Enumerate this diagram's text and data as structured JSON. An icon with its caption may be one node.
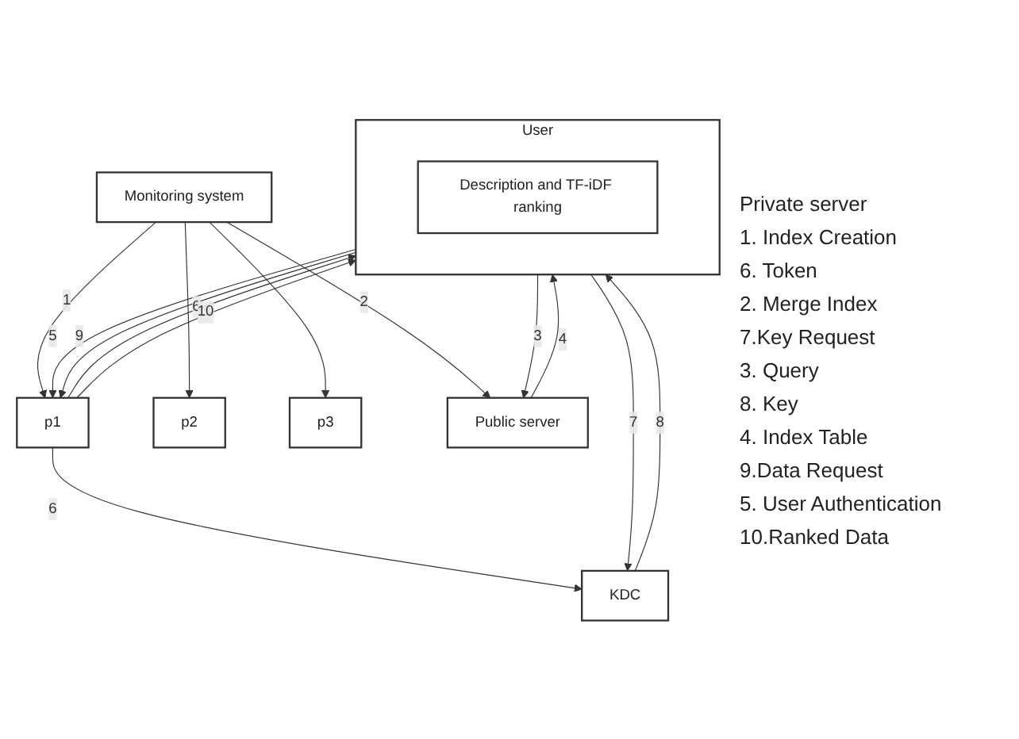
{
  "diagram": {
    "nodes": [
      {
        "text": [
          "Public server"
        ]
      },
      {
        "text": [
          "Monitoring system"
        ]
      },
      {
        "text": [
          "User"
        ]
      },
      {
        "text": [
          "Description and TF-iDF ranking"
        ],
        "in": 2
      },
      {
        "text": [
          "p1"
        ]
      },
      {
        "text": [
          "p2"
        ]
      },
      {
        "text": [
          "p3"
        ]
      },
      {
        "text": [
          "KDC"
        ]
      }
    ],
    "edges": [
      {
        "from": 2,
        "to": 0,
        "arrow": "to",
        "label": "3"
      },
      {
        "from": 0,
        "to": 2,
        "arrow": "to",
        "label": "4"
      },
      {
        "from": 1,
        "to": 0,
        "arrow": "to",
        "label": "2"
      },
      {
        "from": 1,
        "to": 4,
        "arrow": "to",
        "label": "1"
      },
      {
        "from": 1,
        "to": 5,
        "arrow": "to"
      },
      {
        "from": 1,
        "to": 6,
        "arrow": "to"
      },
      {
        "from": 2,
        "to": 4,
        "arrow": "to",
        "label": "5"
      },
      {
        "from": 4,
        "to": 2,
        "arrow": "to",
        "label": "6"
      },
      {
        "from": 2,
        "to": 4,
        "arrow": "to",
        "label": "9"
      },
      {
        "from": 4,
        "to": 2,
        "arrow": "to",
        "label": "10"
      },
      {
        "from": 2,
        "to": 7,
        "arrow": "to",
        "label": "7"
      },
      {
        "from": 7,
        "to": 2,
        "arrow": "to",
        "label": "8"
      },
      {
        "from": 4,
        "to": 7,
        "arrow": "to",
        "label": "6"
      }
    ],
    "labels": [
      "Private server",
      "1. Index Creation",
      "6. Token",
      "2. Merge Index",
      "7.Key Request",
      "3. Query",
      "8. Key",
      "4. Index Table",
      "9.Data Request",
      "5. User Authentication",
      "10.Ranked Data"
    ]
  }
}
